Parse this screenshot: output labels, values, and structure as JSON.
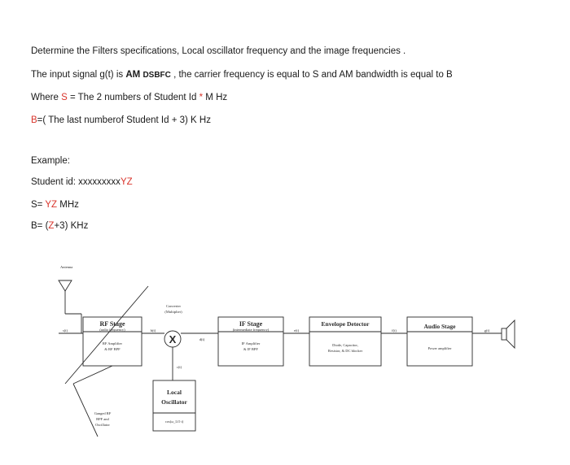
{
  "text": {
    "line1": "Determine the Filters specifications, Local oscillator frequency  and the image frequencies .",
    "line2": {
      "a": "The input signal g(t) is ",
      "b": "AM",
      "c": "DSBFC",
      "d": " , the carrier frequency is equal to S and AM bandwidth is equal to B"
    },
    "line3": {
      "a": "Where ",
      "b": "S",
      "c": " = The 2 numbers of Student Id ",
      "d": "*",
      "e": " M Hz"
    },
    "line4": {
      "a": "B",
      "b": "=( The last  numberof Student Id + 3) K Hz"
    },
    "example": "Example:",
    "student": {
      "a": "Student id: xxxxxxxxx",
      "b": "YZ"
    },
    "s_line": {
      "a": "S= ",
      "b": "YZ",
      "c": " MHz"
    },
    "b_line": {
      "a": "B= (",
      "b": "Z",
      "c": "+3) KHz"
    }
  },
  "diagram": {
    "antenna": "Antenna",
    "rf_title": "RF Stage",
    "rf_sub": "(radio frequency)",
    "rf_note1": "RF Amplifier",
    "rf_note2": "& RF BPF",
    "converter1": "Converter",
    "converter2": "(Multiplier)",
    "mixer": "X",
    "if_title": "IF Stage",
    "if_sub": "(intermediate frequency)",
    "if_note1": "IF Amplifier",
    "if_note2": "& IF BPF",
    "env_title": "Envelope Detector",
    "env_note1": "Diode, Capacitor,",
    "env_note2": "Resistor, & DC blocker",
    "audio_title": "Audio Stage",
    "audio_note": "Power amplifier",
    "lo_title1": "Local",
    "lo_title2": "Oscillator",
    "lo_note": "cos(ω_LO t)",
    "ganged1": "Ganged RF",
    "ganged2": "BPF and",
    "ganged3": "Oscillator",
    "sig1": "s(t)",
    "sig2": "b(t)",
    "sig3": "d(t)",
    "sig4": "e(t)",
    "sig5": "f(t)",
    "sig6": "g(t)",
    "sig_lo": "c(t)"
  },
  "colors": {
    "highlight": "#d9342b",
    "text": "#1a1a1a",
    "diagram": "#2a2a2a"
  }
}
